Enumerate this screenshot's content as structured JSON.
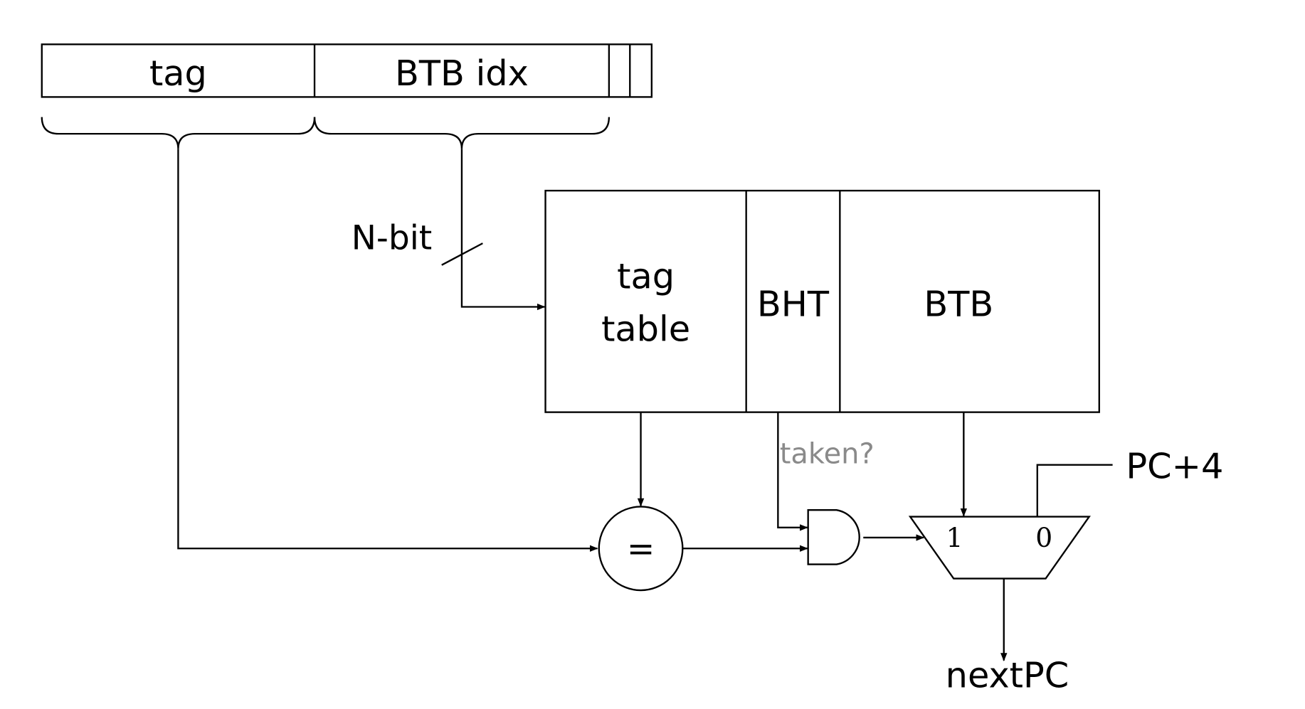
{
  "address": {
    "fields": [
      "tag",
      "BTB idx"
    ]
  },
  "index_width_label": "N-bit",
  "table": {
    "columns": [
      "tag\ntable",
      "BHT",
      "BTB"
    ],
    "tag_line1": "tag",
    "tag_line2": "table"
  },
  "comparator_label": "=",
  "taken_label": "taken?",
  "mux": {
    "input_1": "1",
    "input_0": "0"
  },
  "pc_plus_4": "PC+4",
  "output_label": "nextPC",
  "colors": {
    "lines": "#000000",
    "taken_label": "#8a8a8a"
  }
}
